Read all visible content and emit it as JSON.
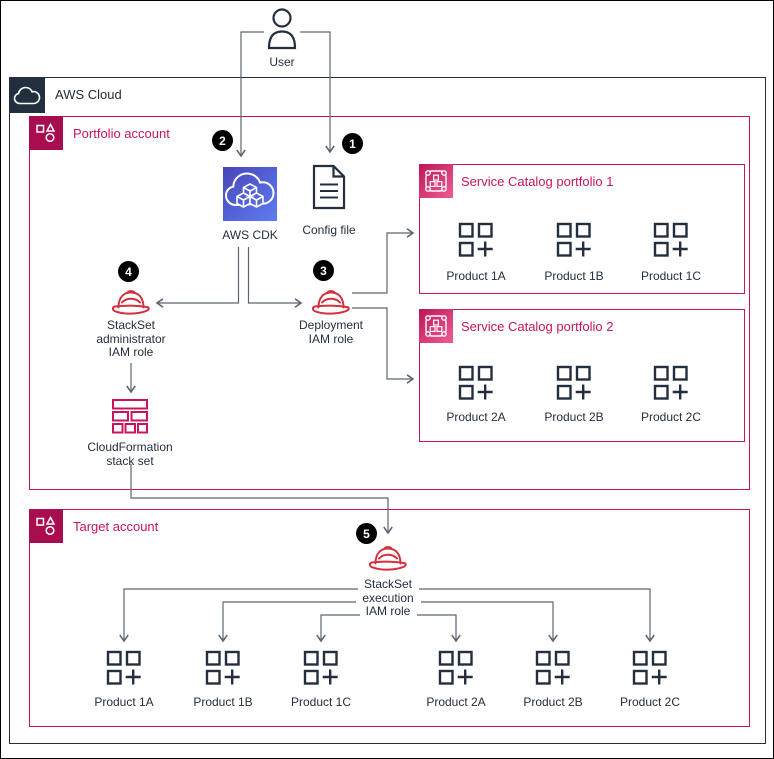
{
  "user": {
    "label": "User"
  },
  "aws_cloud": {
    "title": "AWS Cloud"
  },
  "portfolio_account": {
    "title": "Portfolio account",
    "cdk_label": "AWS CDK",
    "config_label": "Config file",
    "admin_role_label": "StackSet\nadministrator\nIAM role",
    "deploy_role_label": "Deployment\nIAM role",
    "cfn_label": "CloudFormation\nstack set",
    "badges": {
      "config": "1",
      "cdk": "2",
      "deploy": "3",
      "admin": "4"
    },
    "portfolio1": {
      "title": "Service Catalog portfolio 1",
      "products": [
        "Product 1A",
        "Product 1B",
        "Product 1C"
      ]
    },
    "portfolio2": {
      "title": "Service Catalog portfolio 2",
      "products": [
        "Product 2A",
        "Product 2B",
        "Product 2C"
      ]
    }
  },
  "target_account": {
    "title": "Target account",
    "badge": "5",
    "exec_role_label": "StackSet\nexecution\nIAM role",
    "products": [
      "Product 1A",
      "Product 1B",
      "Product 1C",
      "Product 2A",
      "Product 2B",
      "Product 2C"
    ]
  },
  "colors": {
    "dark_navy": "#232F3E",
    "pink": "#C7155D",
    "account_icon_fill": "#A80D4F",
    "iam_role_red": "#D4313E",
    "cdk_blue_gradient_start": "#4845B8",
    "cdk_blue_gradient_end": "#5E7DF2",
    "catalog_gradient_start": "#BB1656",
    "catalog_gradient_end": "#EE5C96",
    "badge_bg": "#000000",
    "connector_gray": "#5B6670"
  },
  "icons": {
    "user": "person-outline",
    "aws_cloud": "cloud-outline",
    "account": "square-triangle-circle",
    "aws_cdk": "cloud-with-cubes",
    "config_file": "document-with-lines",
    "service_catalog": "rounded-box-with-nodes",
    "iam_role": "hard-hat",
    "cloudformation_stack_set": "stacked-bricks",
    "product": "three-squares-plus"
  }
}
